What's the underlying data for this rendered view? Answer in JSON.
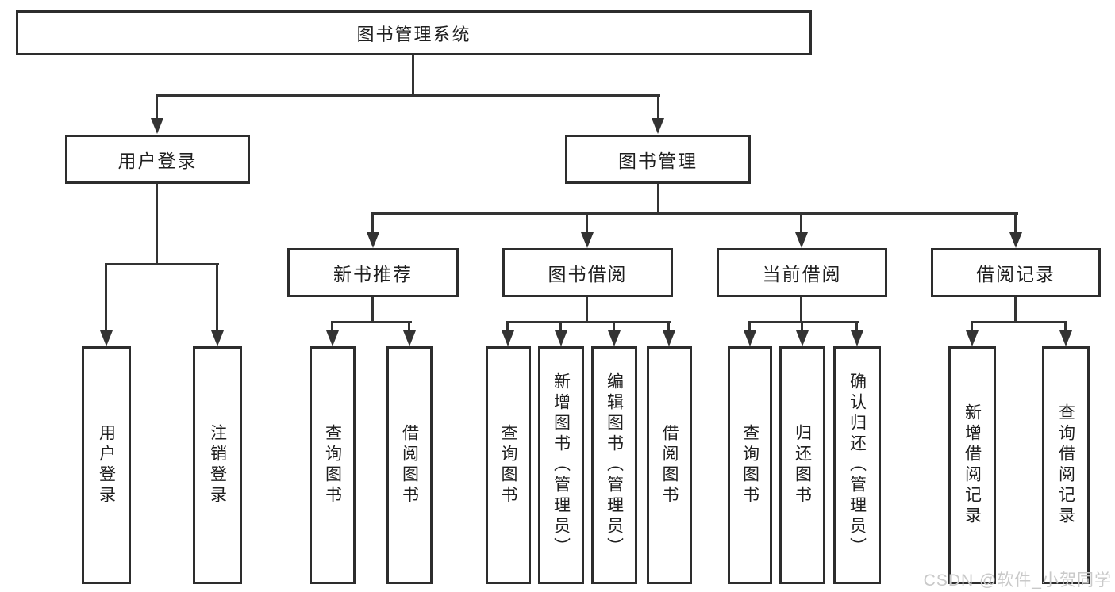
{
  "colors": {
    "background": "#ffffff",
    "box_border": "#2d2d2d",
    "connector_line": "#333333",
    "text": "#1f1f1f",
    "watermark": "#c9c9c9"
  },
  "diagram": {
    "type": "hierarchy-tree",
    "root": {
      "label": "图书管理系统"
    },
    "level2": [
      {
        "label": "用户登录"
      },
      {
        "label": "图书管理"
      }
    ],
    "level3": [
      {
        "label": "新书推荐"
      },
      {
        "label": "图书借阅"
      },
      {
        "label": "当前借阅"
      },
      {
        "label": "借阅记录"
      }
    ],
    "leaves": [
      {
        "label": "用户登录",
        "parent": "用户登录"
      },
      {
        "label": "注销登录",
        "parent": "用户登录"
      },
      {
        "label": "查询图书",
        "parent": "新书推荐"
      },
      {
        "label": "借阅图书",
        "parent": "新书推荐"
      },
      {
        "label": "查询图书",
        "parent": "图书借阅"
      },
      {
        "label": "新增图书（管理员）",
        "parent": "图书借阅"
      },
      {
        "label": "编辑图书（管理员）",
        "parent": "图书借阅"
      },
      {
        "label": "借阅图书",
        "parent": "图书借阅"
      },
      {
        "label": "查询图书",
        "parent": "当前借阅"
      },
      {
        "label": "归还图书",
        "parent": "当前借阅"
      },
      {
        "label": "确认归还（管理员）",
        "parent": "当前借阅"
      },
      {
        "label": "新增借阅记录",
        "parent": "借阅记录"
      },
      {
        "label": "查询借阅记录",
        "parent": "借阅记录"
      }
    ]
  },
  "watermark": {
    "text": "CSDN @软件_小贺同学"
  }
}
